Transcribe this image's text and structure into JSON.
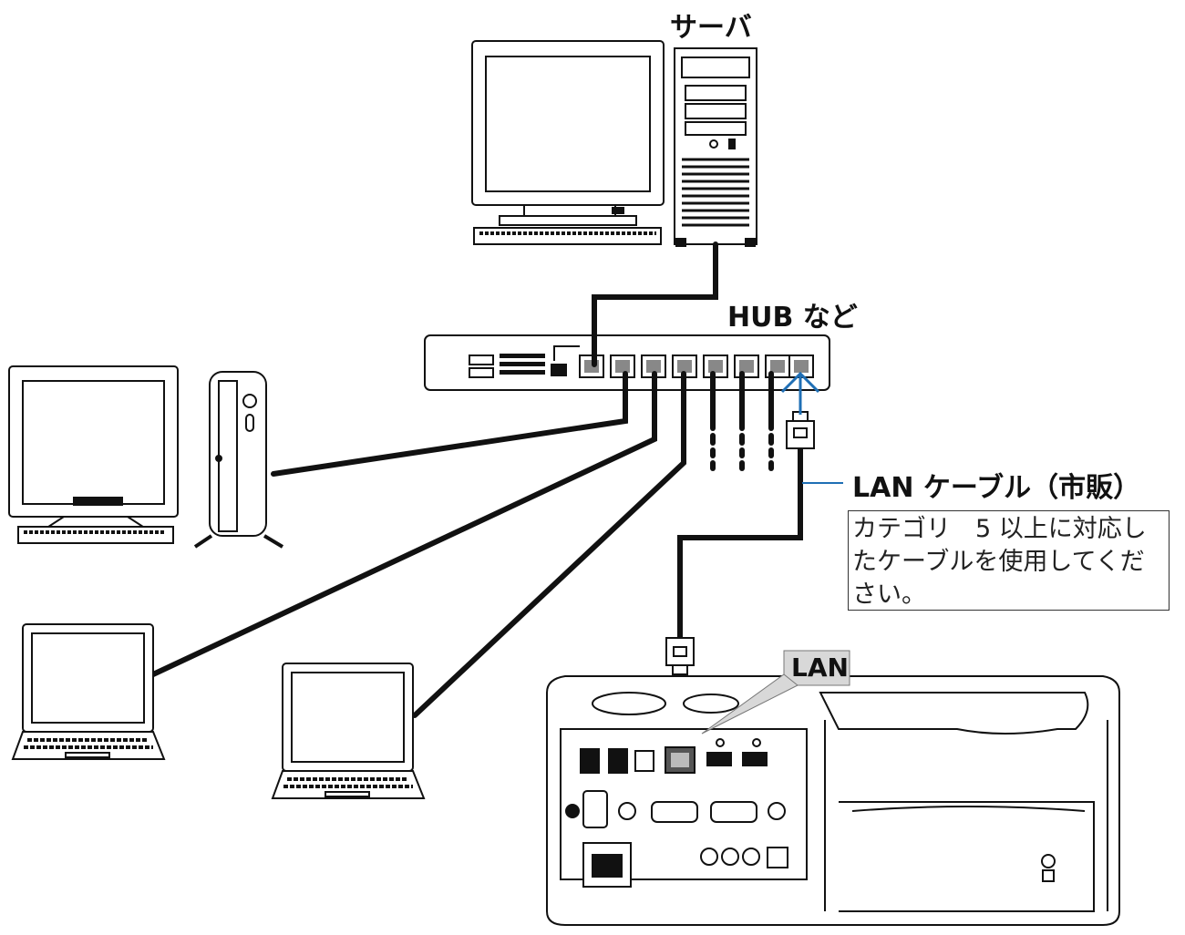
{
  "labels": {
    "server": "サーバ",
    "hub": "HUB など",
    "lan_cable": "LAN ケーブル（市販）",
    "lan_port": "LAN"
  },
  "note": {
    "text": "カテゴリ　5 以上に対応したケーブルを使用してください。"
  },
  "colors": {
    "line": "#111111",
    "arrow": "#1f6fb5",
    "callout_fill": "#d8d8d8",
    "device_fill": "#ffffff"
  }
}
